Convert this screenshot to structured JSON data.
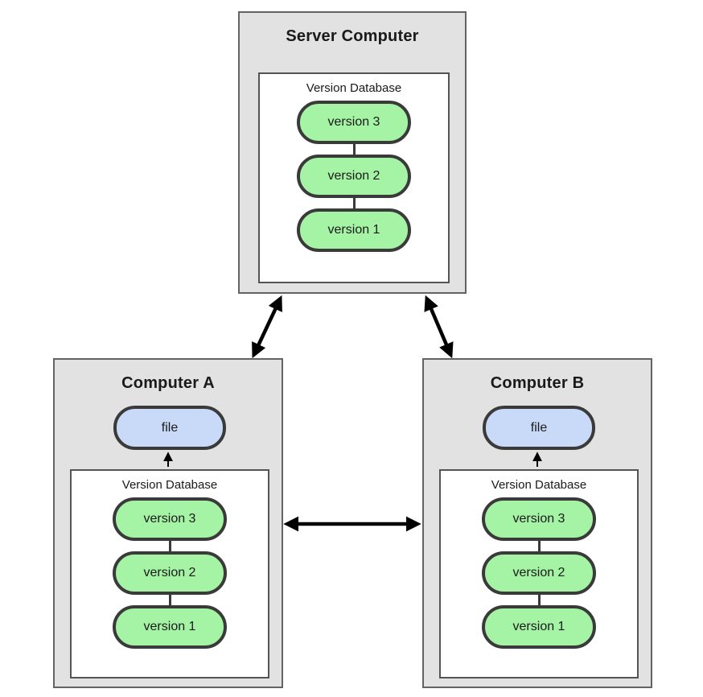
{
  "diagram": {
    "title_hint": "distributed version control system",
    "server": {
      "title": "Server Computer",
      "database": {
        "label": "Version Database",
        "versions": [
          "version 3",
          "version 2",
          "version 1"
        ]
      }
    },
    "computer_a": {
      "title": "Computer A",
      "file_label": "file",
      "database": {
        "label": "Version Database",
        "versions": [
          "version 3",
          "version 2",
          "version 1"
        ]
      }
    },
    "computer_b": {
      "title": "Computer B",
      "file_label": "file",
      "database": {
        "label": "Version Database",
        "versions": [
          "version 3",
          "version 2",
          "version 1"
        ]
      }
    },
    "connections": [
      {
        "from": "server",
        "to": "computer_a",
        "bidirectional": true
      },
      {
        "from": "server",
        "to": "computer_b",
        "bidirectional": true
      },
      {
        "from": "computer_a",
        "to": "computer_b",
        "bidirectional": true
      },
      {
        "from": "computer_a.database",
        "to": "computer_a.file",
        "bidirectional": false
      },
      {
        "from": "computer_b.database",
        "to": "computer_b.file",
        "bidirectional": false
      }
    ],
    "colors": {
      "page_background": "#ffffff",
      "machine_box_fill": "#e2e2e2",
      "machine_box_border": "#636363",
      "database_box_fill": "#ffffff",
      "database_box_border": "#545454",
      "version_pill_fill": "#a5f3a5",
      "file_pill_fill": "#c9d9f8",
      "pill_border": "#3a3a3a",
      "arrow": "#000000",
      "text": "#1a1a1a"
    }
  }
}
